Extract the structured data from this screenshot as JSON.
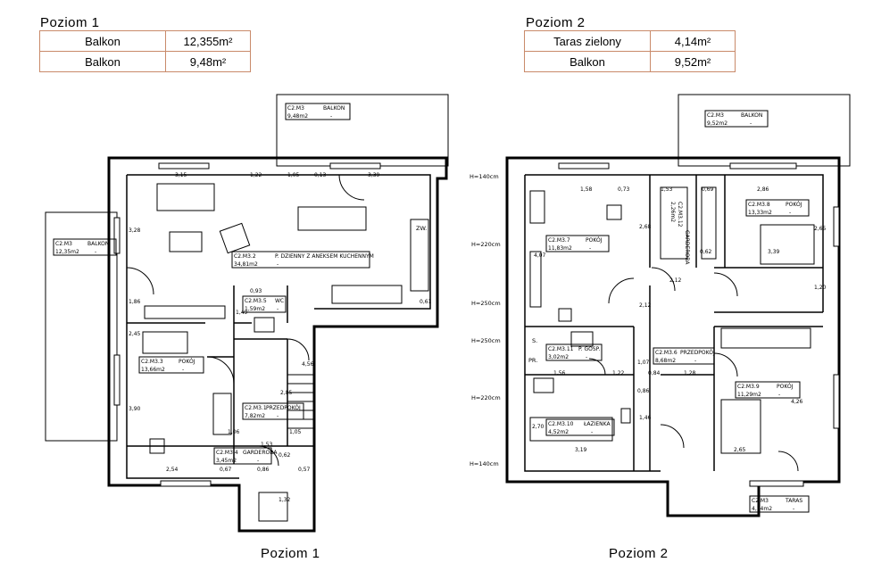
{
  "level1": {
    "title": "Poziom 1",
    "areas": [
      {
        "name": "Balkon",
        "value": "12,355m²"
      },
      {
        "name": "Balkon",
        "value": "9,48m²"
      }
    ],
    "caption": "Poziom 1",
    "rooms": [
      {
        "id": "C2.M3",
        "name": "BALKON",
        "area": "9,48m2",
        "extra": "-"
      },
      {
        "id": "C2.M3",
        "name": "BALKON",
        "area": "12,35m2",
        "extra": "-"
      },
      {
        "id": "C2.M3.2",
        "name": "P. DZIENNY Z ANEKSEM KUCHENNYM",
        "area": "34,81m2",
        "extra": "-"
      },
      {
        "id": "C2.M3.5",
        "name": "WC",
        "area": "1,59m2",
        "extra": "-"
      },
      {
        "id": "C2.M3.3",
        "name": "POKÓJ",
        "area": "13,66m2",
        "extra": "-"
      },
      {
        "id": "C2.M3.1",
        "name": "PRZEDPOKÓJ",
        "area": "7,82m2",
        "extra": "-"
      },
      {
        "id": "C2.M3.4",
        "name": "GARDEROBA",
        "area": "3,45m2",
        "extra": "-"
      }
    ],
    "dims": [
      "3,15",
      "1,22",
      "1,05",
      "0,13",
      "3,39",
      "3,28",
      "1,86",
      "0,93",
      "1,49",
      "0,61",
      "2,45",
      "3,90",
      "2,54",
      "0,67",
      "0,86",
      "0,62",
      "0,57",
      "1,06",
      "1,05",
      "2,85",
      "4,56",
      "1,32",
      "1,53"
    ],
    "zw_label": "ZW."
  },
  "level2": {
    "title": "Poziom 2",
    "areas": [
      {
        "name": "Taras zielony",
        "value": "4,14m²"
      },
      {
        "name": "Balkon",
        "value": "9,52m²"
      }
    ],
    "caption": "Poziom 2",
    "rooms": [
      {
        "id": "C2.M3",
        "name": "BALKON",
        "area": "9,52m2",
        "extra": "-"
      },
      {
        "id": "C2.M3.7",
        "name": "POKÓJ",
        "area": "11,83m2",
        "extra": "-"
      },
      {
        "id": "C2.M3.8",
        "name": "POKÓJ",
        "area": "13,33m2",
        "extra": "-"
      },
      {
        "id": "C2.M3.11",
        "name": "P. GOSP.",
        "area": "3,02m2",
        "extra": "-"
      },
      {
        "id": "C2.M3.6",
        "name": "PRZEDPOKÓJ",
        "area": "8,68m2",
        "extra": "-"
      },
      {
        "id": "C2.M3.9",
        "name": "POKÓJ",
        "area": "11,29m2",
        "extra": "-"
      },
      {
        "id": "C2.M3.10",
        "name": "ŁAZIENKA",
        "area": "4,52m2",
        "extra": "-"
      },
      {
        "id": "C2.M3",
        "name": "TARAS",
        "area": "4,14m2",
        "extra": "-"
      },
      {
        "id": "C2.M3.12",
        "name": "GARDEROBA",
        "area": "2,26m2",
        "extra": ""
      }
    ],
    "heights": [
      "H=140cm",
      "H=220cm",
      "H=250cm",
      "H=250cm",
      "H=220cm",
      "H=140cm"
    ],
    "dims": [
      "1,58",
      "0,73",
      "1,53",
      "0,69",
      "2,86",
      "2,68",
      "0,62",
      "2,12",
      "3,39",
      "2,65",
      "1,20",
      "4,07",
      "2,12",
      "1,56",
      "1,22",
      "0,84",
      "1,28",
      "1,07",
      "0,86",
      "2,70",
      "3,19",
      "1,46",
      "2,65",
      "4,26"
    ],
    "marks": [
      "S.",
      "PR."
    ]
  }
}
